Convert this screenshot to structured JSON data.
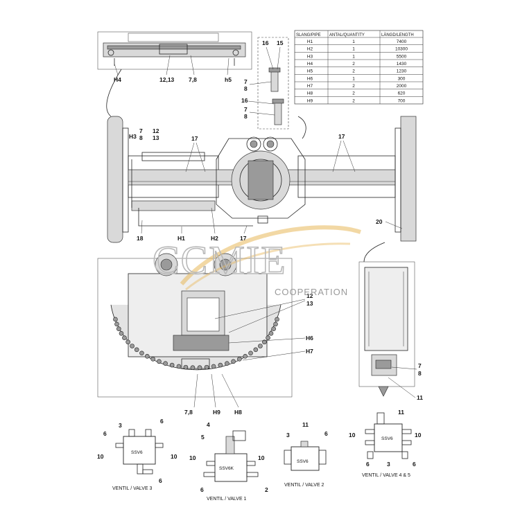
{
  "table": {
    "headers": [
      "SLANG/PIPE",
      "ANTAL/QUANTITY",
      "LÄNGD/LENGTH"
    ],
    "rows": [
      [
        "H1",
        "1",
        "7400"
      ],
      [
        "H2",
        "1",
        "10300"
      ],
      [
        "H3",
        "1",
        "5500"
      ],
      [
        "H4",
        "2",
        "1430"
      ],
      [
        "H5",
        "2",
        "1230"
      ],
      [
        "H6",
        "1",
        "300"
      ],
      [
        "H7",
        "2",
        "2000"
      ],
      [
        "H8",
        "2",
        "620"
      ],
      [
        "H9",
        "2",
        "700"
      ]
    ]
  },
  "callouts": {
    "h4": "H4",
    "c1213_top": "12,13",
    "c78_top": "7,8",
    "h5": "h5",
    "n16a": "16",
    "n15": "15",
    "n7a": "7",
    "n8a": "8",
    "n16b": "16",
    "n7b": "7",
    "n8b": "8",
    "h3": "H3",
    "n7c": "7",
    "n8c": "8",
    "n12a": "12",
    "n13a": "13",
    "n17a": "17",
    "n17b": "17",
    "n17c": "17",
    "n18": "18",
    "h1": "H1",
    "h2": "H2",
    "n20": "20",
    "n12b": "12",
    "n13b": "13",
    "h6": "H6",
    "h7": "H7",
    "c78_bottom": "7,8",
    "h9": "H9",
    "h8": "H8",
    "n7d": "7",
    "n8d": "8",
    "n11a": "11"
  },
  "valves": {
    "v3": {
      "caption": "VENTIL / VALVE 3",
      "body": "SSV6",
      "n3": "3",
      "n6a": "6",
      "n6b": "6",
      "n6c": "6",
      "n10a": "10",
      "n10b": "10"
    },
    "v1": {
      "caption": "VENTIL / VALVE 1",
      "body": "SSV6K",
      "n4": "4",
      "n5": "5",
      "n10a": "10",
      "n10b": "10",
      "n6": "6",
      "n2": "2"
    },
    "v2": {
      "caption": "VENTIL / VALVE 2",
      "body": "SSV6",
      "n11": "11",
      "n3": "3",
      "n6": "6"
    },
    "v45": {
      "caption": "VENTIL / VALVE 4 & 5",
      "body": "SSV6",
      "n11": "11",
      "n10a": "10",
      "n10b": "10",
      "n6a": "6",
      "n3": "3",
      "n6b": "6"
    }
  },
  "watermark": {
    "brand": "CCMIE",
    "sub": "COOPERATION"
  }
}
